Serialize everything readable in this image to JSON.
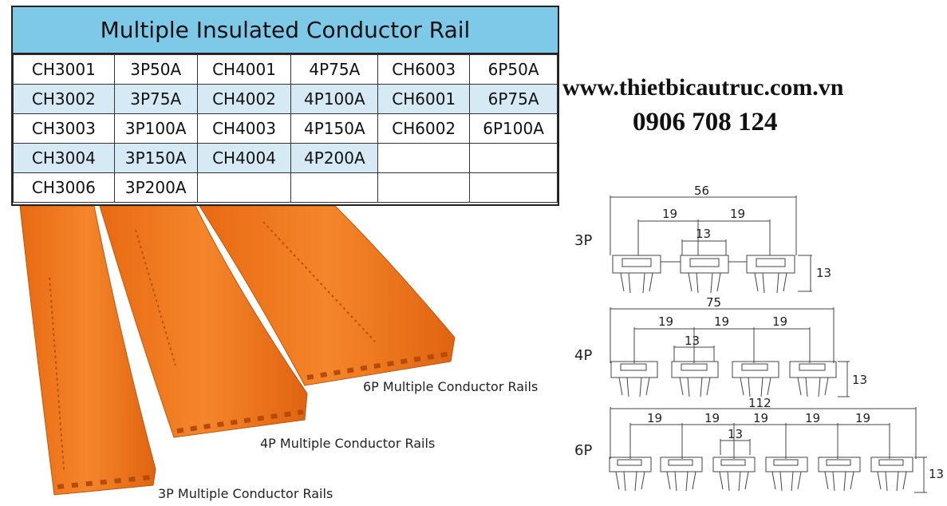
{
  "table": {
    "title": "Multiple Insulated Conductor Rail",
    "rows": [
      [
        "CH3001",
        "3P50A",
        "CH4001",
        "4P75A",
        "CH6003",
        "6P50A"
      ],
      [
        "CH3002",
        "3P75A",
        "CH4002",
        "4P100A",
        "CH6001",
        "6P75A"
      ],
      [
        "CH3003",
        "3P100A",
        "CH4003",
        "4P150A",
        "CH6002",
        "6P100A"
      ],
      [
        "CH3004",
        "3P150A",
        "CH4004",
        "4P200A",
        "",
        ""
      ],
      [
        "CH3006",
        "3P200A",
        "",
        "",
        "",
        ""
      ]
    ]
  },
  "contact": {
    "website": "www.thietbicautruc.com.vn",
    "phone": "0906 708 124"
  },
  "photo": {
    "labels": {
      "p6": "6P Multiple Conductor Rails",
      "p4": "4P Multiple Conductor Rails",
      "p3": "3P Multiple Conductor Rails"
    },
    "rail_color": "#f07a1c"
  },
  "drawings": {
    "p3": {
      "label": "3P",
      "overall": "56",
      "pitch": [
        "19",
        "19"
      ],
      "slot": "13",
      "height": "13"
    },
    "p4": {
      "label": "4P",
      "overall": "75",
      "pitch": [
        "19",
        "19",
        "19"
      ],
      "slot": "13",
      "height": "13"
    },
    "p6": {
      "label": "6P",
      "overall": "112",
      "pitch": [
        "19",
        "19",
        "19",
        "19",
        "19"
      ],
      "slot": "13",
      "height": "13"
    }
  }
}
